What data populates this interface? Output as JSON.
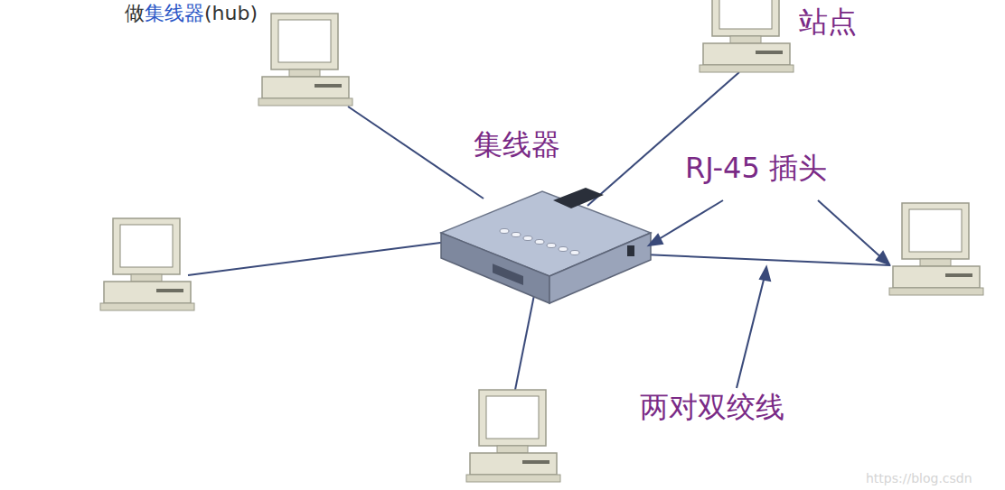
{
  "diagram": {
    "labels": [
      "做",
      "集线器",
      "(hub)",
      "站点",
      "集线器",
      "RJ-45 插头",
      "两对双绞线",
      "https://blog.csdn"
    ]
  }
}
